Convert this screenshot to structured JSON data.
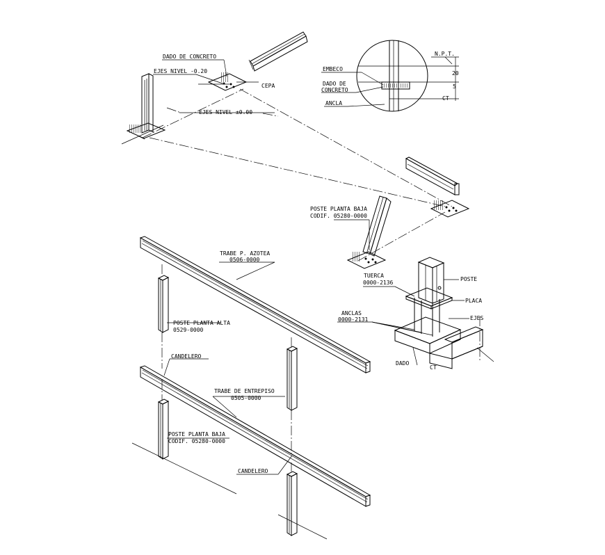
{
  "labels": {
    "dado_concreto": "DADO DE CONCRETO",
    "ejes_nivel_neg": "EJES NIVEL -0.20",
    "cepa": "CEPA",
    "ejes_nivel_0": "EJES NIVEL ±0.00",
    "npt": "N.P.T.",
    "dim_20": "20",
    "dim_5": "5",
    "embeco": "EMBECO",
    "dado_de": "DADO DE",
    "concreto": "CONCRETO",
    "ancla": "ANCLA",
    "ct_detail": "CT",
    "poste_pb_1": "POSTE PLANTA BAJA",
    "poste_pb_1_code": "CODIF. 05280-0000",
    "trabe_azotea": "TRABE P. AZOTEA",
    "trabe_azotea_code": "0506-0000",
    "tuerca": "TUERCA",
    "tuerca_code": "0000-2136",
    "poste": "POSTE",
    "placa": "PLACA",
    "anclas": "ANCLAS",
    "anclas_code": "0000-2131",
    "ejes": "EJES",
    "dado": "DADO",
    "ct": "CT",
    "poste_pa": "POSTE PLANTA ALTA",
    "poste_pa_code": "0529-0000",
    "candelero_1": "CANDELERO",
    "trabe_entrepiso": "TRABE DE ENTREPISO",
    "trabe_entrepiso_code": "0505-0000",
    "poste_pb_2": "POSTE PLANTA BAJA",
    "poste_pb_2_code": "CODIF. 05280-0000",
    "candelero_2": "CANDELERO"
  }
}
